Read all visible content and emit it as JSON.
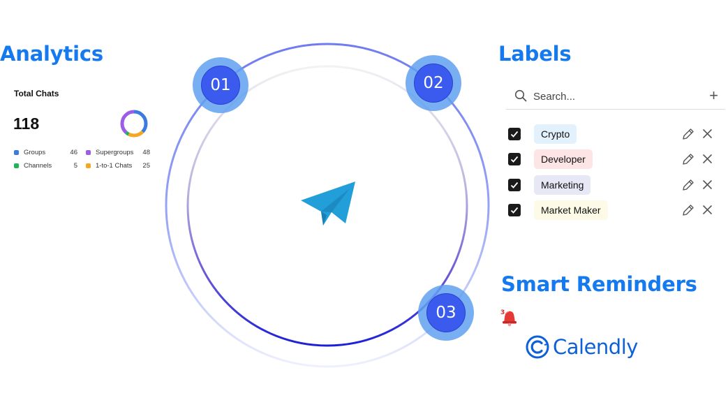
{
  "analytics": {
    "title": "Analytics",
    "total_label": "Total Chats",
    "total_value": "118",
    "legend": [
      {
        "label": "Groups",
        "count": "46",
        "color": "#3b7be0"
      },
      {
        "label": "Supergroups",
        "count": "48",
        "color": "#9b5de5"
      },
      {
        "label": "Channels",
        "count": "5",
        "color": "#22b35a"
      },
      {
        "label": "1-to-1 Chats",
        "count": "25",
        "color": "#f5a623"
      }
    ]
  },
  "center": {
    "steps": [
      "01",
      "02",
      "03"
    ],
    "logo_icon": "telegram-icon"
  },
  "labels": {
    "title": "Labels",
    "search_placeholder": "Search...",
    "items": [
      {
        "name": "Crypto",
        "chip_color": "#e3f1fd",
        "checked": true
      },
      {
        "name": "Developer",
        "chip_color": "#fde5e6",
        "checked": true
      },
      {
        "name": "Marketing",
        "chip_color": "#e6e8f6",
        "checked": true
      },
      {
        "name": "Market Maker",
        "chip_color": "#fdfbe7",
        "checked": true
      }
    ]
  },
  "reminders": {
    "title": "Smart Reminders",
    "bell_badge": "3",
    "brand_name": "Calendly"
  },
  "colors": {
    "accent": "#1579f0",
    "step_badge": "#3b5bef",
    "calendly": "#0d61d8"
  }
}
